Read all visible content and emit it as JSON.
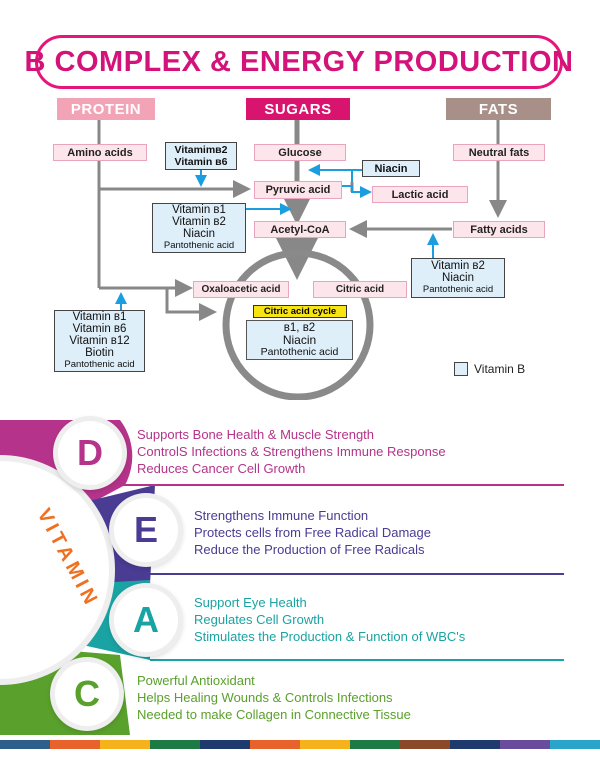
{
  "title": "B COMPLEX & ENERGY PRODUCTION",
  "categories": {
    "protein": "PROTEIN",
    "sugars": "SUGARS",
    "fats": "FATS"
  },
  "nodes": {
    "amino_acids": "Amino acids",
    "glucose": "Glucose",
    "neutral_fats": "Neutral fats",
    "niacin": "Niacin",
    "pyruvic_acid": "Pyruvic acid",
    "lactic_acid": "Lactic acid",
    "acetyl_coa": "Acetyl-CoA",
    "fatty_acids": "Fatty acids",
    "oxaloacetic_acid": "Oxaloacetic acid",
    "citric_acid": "Citric acid",
    "citric_acid_cycle": "Citric acid cycle"
  },
  "vitamin_boxes": {
    "b2_b6": [
      "Vitamimв2",
      "Vitamin в6"
    ],
    "pyruvic_to_acetyl": [
      "Vitamin в1",
      "Vitamin в2",
      "Niacin",
      "Pantothenic acid"
    ],
    "fatty": [
      "Vitamin в2",
      "Niacin",
      "Pantothenic acid"
    ],
    "amino": [
      "Vitamin в1",
      "Vitamin в6",
      "Vitamin в12",
      "Biotin",
      "Pantothenic acid"
    ],
    "cycle": [
      "в1, в2",
      "Niacin",
      "Pantothenic acid"
    ]
  },
  "legend": "Vitamin B",
  "vitamin_word": "VITAMIN",
  "vitamins": [
    {
      "letter": "D",
      "color": "#b5338a",
      "lines": [
        "Supports Bone Health & Muscle Strength",
        "ControlS Infections & Strengthens Immune Response",
        "Reduces Cancer Cell Growth"
      ]
    },
    {
      "letter": "E",
      "color": "#4a3b93",
      "lines": [
        "Strengthens Immune Function",
        "Protects cells from Free Radical Damage",
        "Reduce the Production of Free Radicals"
      ]
    },
    {
      "letter": "A",
      "color": "#1aa3a3",
      "lines": [
        "Support Eye Health",
        "Regulates Cell Growth",
        "Stimulates the Production & Function of WBC's"
      ]
    },
    {
      "letter": "C",
      "color": "#5aa02c",
      "lines": [
        "Powerful Antioxidant",
        "Helps Healing Wounds & Controls Infections",
        "Needed to make Collagen in Connective Tissue"
      ]
    }
  ],
  "colors": {
    "title": "#d3127a",
    "protein": "#f3a3b6",
    "sugars": "#d8146f",
    "fats": "#a89088",
    "arrow_gray": "#888888",
    "arrow_blue": "#1a9ee0",
    "stripe": [
      "#2e5f8a",
      "#e8632b",
      "#f5b21d",
      "#1e7a45",
      "#1f3b6e",
      "#e8632b",
      "#f5b21d",
      "#1e7a45",
      "#8a4a2a",
      "#1f3b6e",
      "#6a4c9c",
      "#2aa5c9"
    ]
  }
}
